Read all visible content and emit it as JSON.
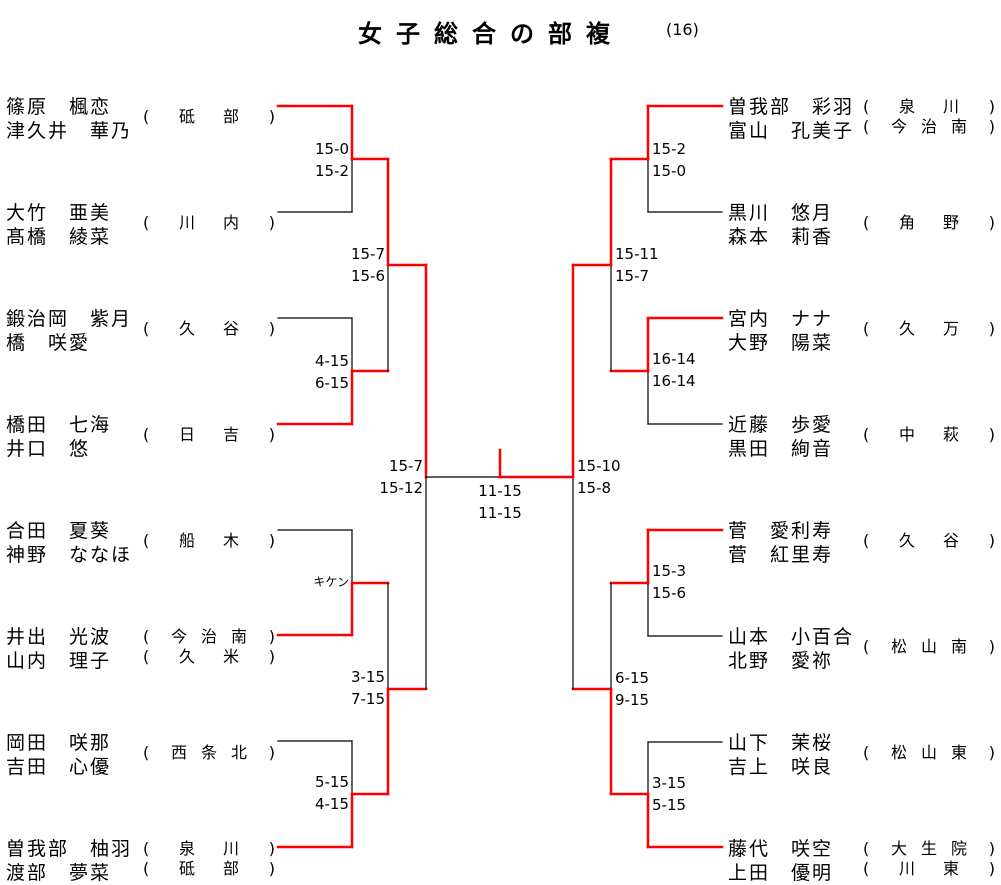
{
  "title": "女子総合の部複",
  "title_sub": "(16)",
  "colors": {
    "winner_line": "#ff0000",
    "line": "#000000"
  },
  "left": [
    {
      "players": [
        "篠原　楓恋",
        "津久井　華乃"
      ],
      "schools": [
        "砥　部"
      ]
    },
    {
      "players": [
        "大竹　亜美",
        "髙橋　綾菜"
      ],
      "schools": [
        "川　内"
      ]
    },
    {
      "players": [
        "鍛治岡　紫月",
        "橋　咲愛"
      ],
      "schools": [
        "久　谷"
      ]
    },
    {
      "players": [
        "橋田　七海",
        "井口　悠"
      ],
      "schools": [
        "日　吉"
      ]
    },
    {
      "players": [
        "合田　夏葵",
        "神野　ななほ"
      ],
      "schools": [
        "船　木"
      ]
    },
    {
      "players": [
        "井出　光波",
        "山内　理子"
      ],
      "schools": [
        "今治南",
        "久　米"
      ]
    },
    {
      "players": [
        "岡田　咲那",
        "吉田　心優"
      ],
      "schools": [
        "西条北"
      ]
    },
    {
      "players": [
        "曽我部　柚羽",
        "渡部　夢菜"
      ],
      "schools": [
        "泉　川",
        "砥　部"
      ]
    }
  ],
  "right": [
    {
      "players": [
        "曽我部　彩羽",
        "富山　孔美子"
      ],
      "schools": [
        "泉　川",
        "今治南"
      ]
    },
    {
      "players": [
        "黒川　悠月",
        "森本　莉香"
      ],
      "schools": [
        "角　野"
      ]
    },
    {
      "players": [
        "宮内　ナナ",
        "大野　陽菜"
      ],
      "schools": [
        "久　万"
      ]
    },
    {
      "players": [
        "近藤　歩愛",
        "黒田　絢音"
      ],
      "schools": [
        "中　萩"
      ]
    },
    {
      "players": [
        "菅　愛利寿",
        "菅　紅里寿"
      ],
      "schools": [
        "久　谷"
      ]
    },
    {
      "players": [
        "山本　小百合",
        "北野　愛祢"
      ],
      "schools": [
        "松山南"
      ]
    },
    {
      "players": [
        "山下　茉桜",
        "吉上　咲良"
      ],
      "schools": [
        "松山東"
      ]
    },
    {
      "players": [
        "藤代　咲空",
        "上田　優明"
      ],
      "schools": [
        "大生院",
        "川　東"
      ]
    }
  ],
  "scores": {
    "left_r1": [
      [
        "15-0",
        "15-2"
      ],
      [
        "4-15",
        "6-15"
      ],
      [
        "キケン"
      ],
      [
        "5-15",
        "4-15"
      ]
    ],
    "left_r2": [
      [
        "15-7",
        "15-6"
      ],
      [
        "3-15",
        "7-15"
      ]
    ],
    "left_r3": [
      [
        "15-7",
        "15-12"
      ]
    ],
    "right_r1": [
      [
        "15-2",
        "15-0"
      ],
      [
        "16-14",
        "16-14"
      ],
      [
        "15-3",
        "15-6"
      ],
      [
        "3-15",
        "5-15"
      ]
    ],
    "right_r2": [
      [
        "15-11",
        "15-7"
      ],
      [
        "6-15",
        "9-15"
      ]
    ],
    "right_r3": [
      [
        "15-10",
        "15-8"
      ]
    ],
    "final": [
      "11-15",
      "11-15"
    ]
  }
}
